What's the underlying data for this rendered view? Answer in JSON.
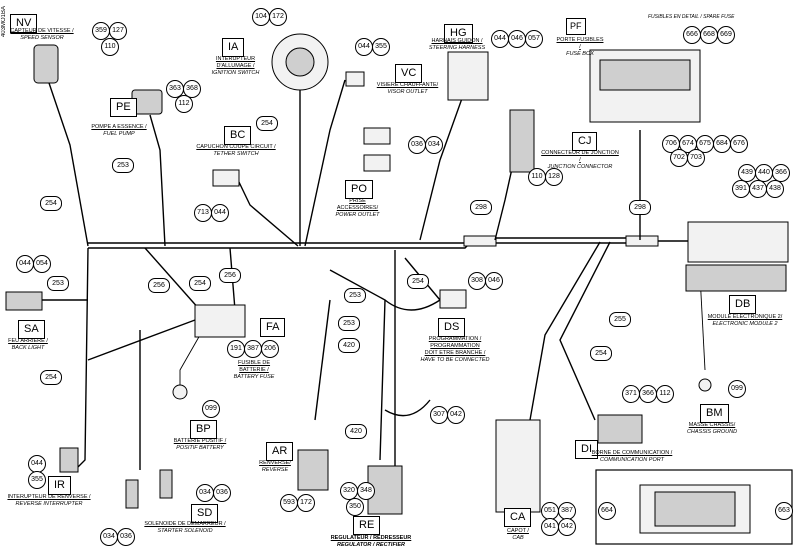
{
  "doc_code": "403MO1BA",
  "fuse_note": "FUSIBLES EN DETAIL / SPARE FUSE",
  "components": {
    "nv": {
      "code": "NV",
      "fr": "CAPTEUR DE VITESSE /",
      "en": "SPEED SENSOR",
      "parts": [
        "359",
        "127",
        "110"
      ]
    },
    "ia": {
      "code": "IA",
      "fr": "INTERUPTEUR D'ALLUMAGE /",
      "en": "IGNITION SWITCH",
      "parts": [
        "104",
        "172"
      ]
    },
    "hg": {
      "code": "HG",
      "fr": "HARNAIS GUIDON /",
      "en": "STEERING HARNESS",
      "parts": [
        "044",
        "046",
        "057"
      ]
    },
    "pf": {
      "code": "PF",
      "fr": "PORTE FUSIBLES /",
      "en": "FUSE BOX",
      "parts": [
        "666",
        "668",
        "669"
      ]
    },
    "pe": {
      "code": "PE",
      "fr": "POMPE A ESSENCE /",
      "en": "FUEL PUMP",
      "parts": [
        "363",
        "368",
        "112"
      ]
    },
    "vc": {
      "code": "VC",
      "fr": "VISIERE CHAUFFANTE/",
      "en": "VISOR OUTLET",
      "parts": [
        "044",
        "355"
      ]
    },
    "bc": {
      "code": "BC",
      "fr": "CAPUCHON COUPE CIRCUIT /",
      "en": "TETHER SWITCH",
      "parts": [
        "713",
        "044"
      ]
    },
    "cj": {
      "code": "CJ",
      "fr": "CONNECTEUR DE JONCTION /",
      "en": "JUNCTION CONNECTOR",
      "parts": [
        "110",
        "128"
      ]
    },
    "po": {
      "code": "PO",
      "fr": "PRISE ACCESSOIRES/",
      "en": "POWER OUTLET",
      "parts": [
        "036",
        "034"
      ]
    },
    "pf_parts2": [
      "706",
      "674",
      "675",
      "684",
      "676",
      "702",
      "703"
    ],
    "db": {
      "code": "DB",
      "fr": "MODULE ELECTRONIQUE 2/",
      "en": "ELECTRONIC MODULE 2",
      "parts": [
        "439",
        "440",
        "366",
        "391",
        "437",
        "438"
      ]
    },
    "sa": {
      "code": "SA",
      "fr": "FEU ARRIERE /",
      "en": "BACK LIGHT",
      "parts": [
        "044",
        "054"
      ]
    },
    "fa": {
      "code": "FA",
      "fr": "FUSIBLE DE BATTERIE /",
      "en": "BATTERY FUSE",
      "parts": [
        "191",
        "387",
        "206"
      ]
    },
    "ds": {
      "code": "DS",
      "fr": "PROGRAMMATION / PROGRAMMATION",
      "fr2": "DOIT ETRE BRANCHE /",
      "en": "HAVE TO BE CONNECTED",
      "parts": [
        "308",
        "046",
        "307",
        "042"
      ]
    },
    "bp": {
      "code": "BP",
      "fr": "BATTERIE POSITIF /",
      "en": "POSITIF BATTERY",
      "parts": [
        "099"
      ]
    },
    "bm": {
      "code": "BM",
      "fr": "MASSE CHASSIS/",
      "en": "CHASSIS GROUND",
      "parts": [
        "371",
        "366",
        "112",
        "099"
      ]
    },
    "di": {
      "code": "DI",
      "fr": "BORNE DE COMMUNICATION /",
      "en": "COMMUNICATION PORT",
      "parts": []
    },
    "ar": {
      "code": "AR",
      "fr": "RENVERSE/",
      "en": "REVERSE",
      "parts": [
        "593",
        "172"
      ]
    },
    "ir": {
      "code": "IR",
      "fr": "INTERUPTEUR DE RENVERSE /",
      "en": "REVERSE INTERRUPTER",
      "parts": [
        "044",
        "355"
      ]
    },
    "sd": {
      "code": "SD",
      "fr": "SOLENOIDE DE DEMARREUR /",
      "en": "STARTER SOLENOID",
      "parts": [
        "034",
        "036",
        "034",
        "036"
      ]
    },
    "re": {
      "code": "RE",
      "fr": "REGULATEUR / REDRESSEUR",
      "en": "REGULATOR / RECTIFIER",
      "parts": [
        "320",
        "348",
        "350"
      ]
    },
    "ca": {
      "code": "CA",
      "fr": "CAPOT /",
      "en": "CAB",
      "parts": [
        "051",
        "387",
        "041",
        "042"
      ]
    },
    "box": {
      "parts": [
        "664",
        "663"
      ]
    }
  },
  "wires": [
    "254",
    "253",
    "254",
    "298",
    "298",
    "256",
    "256",
    "253",
    "254",
    "253",
    "420",
    "420",
    "255",
    "254",
    "253",
    "254",
    "254"
  ]
}
